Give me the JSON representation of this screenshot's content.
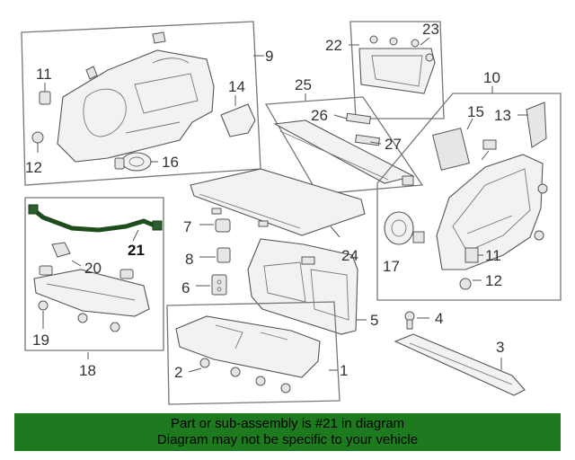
{
  "callouts": {
    "c1": "1",
    "c2": "2",
    "c3": "3",
    "c4": "4",
    "c5": "5",
    "c6": "6",
    "c7": "7",
    "c8": "8",
    "c9": "9",
    "c10": "10",
    "c11a": "11",
    "c11b": "11",
    "c12a": "12",
    "c12b": "12",
    "c13": "13",
    "c14": "14",
    "c15": "15",
    "c16": "16",
    "c17": "17",
    "c18": "18",
    "c19": "19",
    "c20": "20",
    "c21": "21",
    "c22": "22",
    "c23": "23",
    "c24": "24",
    "c25": "25",
    "c26": "26",
    "c27": "27"
  },
  "highlight": {
    "part_number": "21",
    "color": "#1d4d1d"
  },
  "banner": {
    "line1": "Part or sub-assembly is #21 in diagram",
    "line2": "Diagram may not be specific to your vehicle",
    "background": "#1d7a1f"
  }
}
